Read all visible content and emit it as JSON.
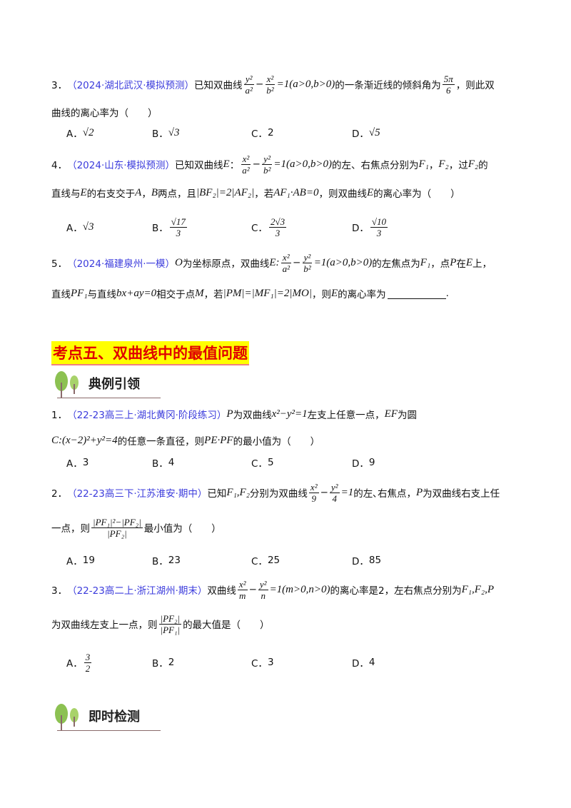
{
  "questions_top": [
    {
      "id": "q3a",
      "lines": [
        [
          {
            "t": "3．"
          },
          {
            "s": "（2024·湖北武汉·模拟预测）"
          },
          {
            "t": "已知双曲线"
          },
          {
            "f": [
              "y²",
              "a²"
            ]
          },
          {
            "t": "−"
          },
          {
            "f": [
              "x²",
              "b²"
            ]
          },
          {
            "m": "=1(a>0,b>0)"
          },
          {
            "t": "的一条渐近线的倾斜角为"
          },
          {
            "f": [
              "5π",
              "6"
            ]
          },
          {
            "t": "，则此双"
          }
        ],
        [
          {
            "t": "曲线的离心率为（　　）"
          }
        ]
      ],
      "options": [
        {
          "label": "A．",
          "v": [
            {
              "m": "√2"
            }
          ]
        },
        {
          "label": "B．",
          "v": [
            {
              "m": "√3"
            }
          ]
        },
        {
          "label": "C．",
          "v": [
            {
              "t": "2"
            }
          ]
        },
        {
          "label": "D．",
          "v": [
            {
              "m": "√5"
            }
          ]
        }
      ]
    },
    {
      "id": "q4a",
      "lines": [
        [
          {
            "t": "4．"
          },
          {
            "s": "（2024·山东·模拟预测）"
          },
          {
            "t": "已知双曲线"
          },
          {
            "m": "E"
          },
          {
            "t": "："
          },
          {
            "f": [
              "x²",
              "a²"
            ]
          },
          {
            "t": "−"
          },
          {
            "f": [
              "y²",
              "b²"
            ]
          },
          {
            "m": "=1(a>0,b>0)"
          },
          {
            "t": "的左、右焦点分别为"
          },
          {
            "m": "F₁"
          },
          {
            "t": "，"
          },
          {
            "m": "F₂"
          },
          {
            "t": "，过"
          },
          {
            "m": "F₂"
          },
          {
            "t": "的"
          }
        ],
        [
          {
            "t": "直线与"
          },
          {
            "m": "E"
          },
          {
            "t": "的右支交于"
          },
          {
            "m": "A"
          },
          {
            "t": "，"
          },
          {
            "m": "B"
          },
          {
            "t": "两点，且"
          },
          {
            "m": "|BF₂|=2|AF₂|"
          },
          {
            "t": "，若"
          },
          {
            "m": "AF₁·AB=0"
          },
          {
            "t": "，则双曲线"
          },
          {
            "m": "E"
          },
          {
            "t": "的离心率为（　　）"
          }
        ]
      ],
      "options": [
        {
          "label": "A．",
          "v": [
            {
              "m": "√3"
            }
          ]
        },
        {
          "label": "B．",
          "v": [
            {
              "f": [
                "√17",
                "3"
              ]
            }
          ]
        },
        {
          "label": "C．",
          "v": [
            {
              "f": [
                "2√3",
                "3"
              ]
            }
          ]
        },
        {
          "label": "D．",
          "v": [
            {
              "f": [
                "√10",
                "3"
              ]
            }
          ]
        }
      ]
    },
    {
      "id": "q5a",
      "lines": [
        [
          {
            "t": "5．"
          },
          {
            "s": "（2024·福建泉州·一模）"
          },
          {
            "m": "O"
          },
          {
            "t": "为坐标原点，双曲线"
          },
          {
            "m": "E:"
          },
          {
            "f": [
              "x²",
              "a²"
            ]
          },
          {
            "t": "−"
          },
          {
            "f": [
              "y²",
              "b²"
            ]
          },
          {
            "m": "=1(a>0,b>0)"
          },
          {
            "t": "的左焦点为"
          },
          {
            "m": "F₁"
          },
          {
            "t": "，点"
          },
          {
            "m": "P"
          },
          {
            "t": "在"
          },
          {
            "m": "E"
          },
          {
            "t": "上，"
          }
        ],
        [
          {
            "t": "直线"
          },
          {
            "m": "PF₁"
          },
          {
            "t": "与直线"
          },
          {
            "m": "bx+ay=0"
          },
          {
            "t": "相交于点"
          },
          {
            "m": "M"
          },
          {
            "t": "，若"
          },
          {
            "m": "|PM|=|MF₁|=2|MO|"
          },
          {
            "t": "，则"
          },
          {
            "m": "E"
          },
          {
            "t": "的离心率为"
          },
          {
            "b": ""
          },
          {
            "t": "."
          }
        ]
      ]
    }
  ],
  "section_title": "考点五、双曲线中的最值问题",
  "banner1": "典例引领",
  "questions_bottom": [
    {
      "id": "q1b",
      "lines": [
        [
          {
            "t": "1．"
          },
          {
            "s": "（22-23高三上·湖北黄冈·阶段练习）"
          },
          {
            "m": "P"
          },
          {
            "t": "为双曲线"
          },
          {
            "m": "x²−y²=1"
          },
          {
            "t": "左支上任意一点，"
          },
          {
            "m": "EF"
          },
          {
            "t": "为圆"
          }
        ],
        [
          {
            "m": "C:(x−2)²+y²=4"
          },
          {
            "t": "的任意一条直径，则"
          },
          {
            "m": "PE·PF"
          },
          {
            "t": "的最小值为（　　）"
          }
        ]
      ],
      "options": [
        {
          "label": "A．",
          "v": [
            {
              "t": "3"
            }
          ]
        },
        {
          "label": "B．",
          "v": [
            {
              "t": "4"
            }
          ]
        },
        {
          "label": "C．",
          "v": [
            {
              "t": "5"
            }
          ]
        },
        {
          "label": "D．",
          "v": [
            {
              "t": "9"
            }
          ]
        }
      ]
    },
    {
      "id": "q2b",
      "lines": [
        [
          {
            "t": "2．"
          },
          {
            "s": "（22-23高三下·江苏淮安·期中）"
          },
          {
            "t": "已知"
          },
          {
            "m": "F₁,F₂"
          },
          {
            "t": "分别为双曲线"
          },
          {
            "f": [
              "x²",
              "9"
            ]
          },
          {
            "t": "−"
          },
          {
            "f": [
              "y²",
              "4"
            ]
          },
          {
            "m": "=1"
          },
          {
            "t": "的左､右焦点，"
          },
          {
            "m": "P"
          },
          {
            "t": "为双曲线右支上任"
          }
        ],
        [
          {
            "t": "一点，则"
          },
          {
            "f": [
              "|PF₁|²−|PF₂|",
              "|PF₂|"
            ]
          },
          {
            "t": "最小值为（　　）"
          }
        ]
      ],
      "options": [
        {
          "label": "A．",
          "v": [
            {
              "t": "19"
            }
          ]
        },
        {
          "label": "B．",
          "v": [
            {
              "t": "23"
            }
          ]
        },
        {
          "label": "C．",
          "v": [
            {
              "t": "25"
            }
          ]
        },
        {
          "label": "D．",
          "v": [
            {
              "t": "85"
            }
          ]
        }
      ]
    },
    {
      "id": "q3b",
      "lines": [
        [
          {
            "t": "3．"
          },
          {
            "s": "（22-23高二上·浙江湖州·期末）"
          },
          {
            "t": "双曲线"
          },
          {
            "f": [
              "x²",
              "m"
            ]
          },
          {
            "t": "−"
          },
          {
            "f": [
              "y²",
              "n"
            ]
          },
          {
            "m": "=1(m>0,n>0)"
          },
          {
            "t": "的离心率是2，左右焦点分别为"
          },
          {
            "m": "F₁,F₂,P"
          }
        ],
        [
          {
            "t": "为双曲线左支上一点，则"
          },
          {
            "f": [
              "|PF₂|",
              "|PF₁|"
            ]
          },
          {
            "t": "的最大值是（　　）"
          }
        ]
      ],
      "options": [
        {
          "label": "A．",
          "v": [
            {
              "f": [
                "3",
                "2"
              ]
            }
          ]
        },
        {
          "label": "B．",
          "v": [
            {
              "t": "2"
            }
          ]
        },
        {
          "label": "C．",
          "v": [
            {
              "t": "3"
            }
          ]
        },
        {
          "label": "D．",
          "v": [
            {
              "t": "4"
            }
          ]
        }
      ]
    }
  ],
  "banner2": "即时检测",
  "colors": {
    "source": "#3b3bdc",
    "section_text": "#e00000",
    "section_bg": "#ffff00",
    "tree": "#8cc152"
  },
  "icons": {
    "banner": "tree-icon"
  }
}
